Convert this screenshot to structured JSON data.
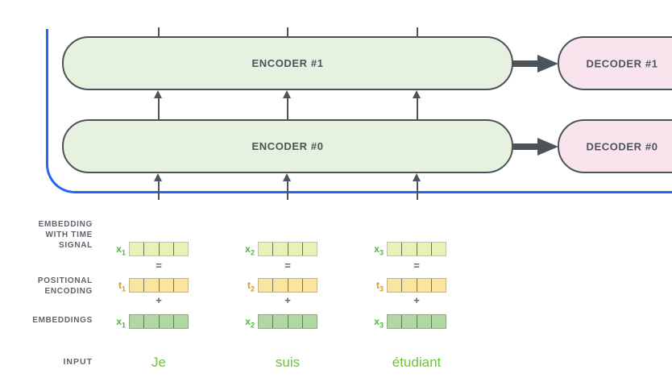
{
  "diagram": {
    "encoders": [
      {
        "label": "ENCODER #1"
      },
      {
        "label": "ENCODER #0"
      }
    ],
    "decoders": [
      {
        "label": "DECODER #1"
      },
      {
        "label": "DECODER #0"
      }
    ],
    "rows": {
      "embedding_time": {
        "lines": [
          "EMBEDDING",
          "WITH TIME",
          "SIGNAL"
        ]
      },
      "positional": {
        "lines": [
          "POSITIONAL",
          "ENCODING"
        ]
      },
      "embeddings": {
        "label": "EMBEDDINGS"
      },
      "input": {
        "label": "INPUT"
      }
    },
    "operators": {
      "equals": "=",
      "plus": "+"
    },
    "columns": [
      {
        "sym_x": "x",
        "sym_t": "t",
        "sub": "1",
        "word": "Je"
      },
      {
        "sym_x": "x",
        "sym_t": "t",
        "sub": "2",
        "word": "suis"
      },
      {
        "sym_x": "x",
        "sym_t": "t",
        "sub": "3",
        "word": "étudiant"
      }
    ]
  },
  "colors": {
    "box_border": "#4c545a",
    "encoder_fill": "#e7f1e0",
    "decoder_fill": "#f9e4ee",
    "arrow": "#4c545a",
    "blue_line": "#2367ee",
    "vec_pale_fill": "#e9f2b6",
    "vec_yellow_fill": "#f9e5a0",
    "vec_green_fill": "#b1d8a3",
    "x_label": "#56b147",
    "t_label": "#d2981f",
    "word_green": "#71bf44",
    "text_gray": "#5d646b"
  }
}
